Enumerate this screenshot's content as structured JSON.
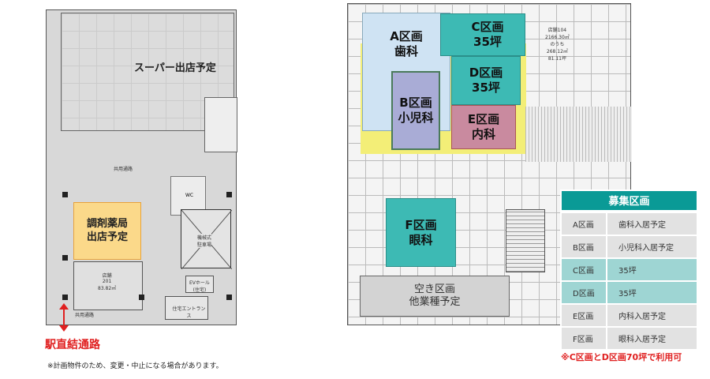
{
  "left_plan": {
    "supermarket_label": "スーパー出店予定",
    "pharmacy_label": "調剤薬局\n出店予定",
    "shop_label": "店舗\n201\n83.82㎡",
    "corridor_top": "共用通路",
    "corridor_bottom": "共用通路",
    "wc": "WC",
    "parking": "機械式\n駐車場",
    "ev_hall": "EVホール\n(住宅)",
    "entrance": "住宅エントランス",
    "station_link": "駅直結通路",
    "note": "※計画物件のため、変更・中止になる場合があります。"
  },
  "right_plan": {
    "zones": [
      {
        "id": "A",
        "label": "A区画\n歯科"
      },
      {
        "id": "B",
        "label": "B区画\n小児科"
      },
      {
        "id": "C",
        "label": "C区画\n35坪"
      },
      {
        "id": "D",
        "label": "D区画\n35坪"
      },
      {
        "id": "E",
        "label": "E区画\n内科"
      },
      {
        "id": "F",
        "label": "F区画\n眼科"
      }
    ],
    "store_info": "店舗104\n2166.30㎡\nのうち\n268.12㎡\n81.11坪",
    "vacant_label": "空き区画\n他業種予定"
  },
  "recruit_table": {
    "title": "募集区画",
    "rows": [
      {
        "zone": "A区画",
        "status": "歯科入居予定"
      },
      {
        "zone": "B区画",
        "status": "小児科入居予定"
      },
      {
        "zone": "C区画",
        "status": "35坪"
      },
      {
        "zone": "D区画",
        "status": "35坪"
      },
      {
        "zone": "E区画",
        "status": "内科入居予定"
      },
      {
        "zone": "F区画",
        "status": "眼科入居予定"
      }
    ],
    "note": "※C区画とD区画70坪で利用可"
  },
  "colors": {
    "teal": "#0a9a96",
    "teal_light": "#9ed5d3",
    "gray_row": "#e2e2e2",
    "red": "#e02020",
    "pharmacy": "#fbd98a"
  }
}
